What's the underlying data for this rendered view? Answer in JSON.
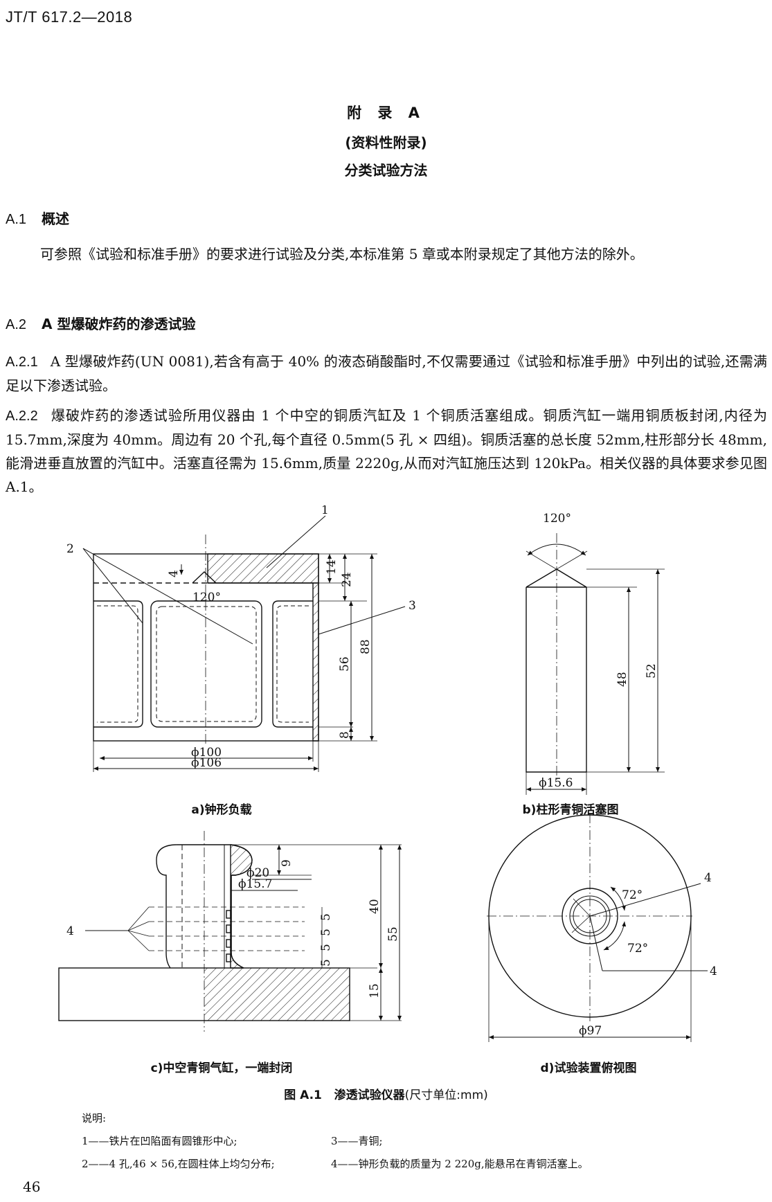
{
  "header": {
    "code": "JT/T 617.2—2018"
  },
  "annex": {
    "title": "附 录 A",
    "subtitle": "(资料性附录)",
    "name": "分类试验方法"
  },
  "sections": {
    "a1": {
      "num": "A.1",
      "title": "概述",
      "text": "可参照《试验和标准手册》的要求进行试验及分类,本标准第 5 章或本附录规定了其他方法的除外。"
    },
    "a2": {
      "num": "A.2",
      "title": "A 型爆破炸药的渗透试验"
    },
    "a21": {
      "num": "A.2.1",
      "text": "A 型爆破炸药(UN 0081),若含有高于 40% 的液态硝酸酯时,不仅需要通过《试验和标准手册》中列出的试验,还需满足以下渗透试验。"
    },
    "a22": {
      "num": "A.2.2",
      "text": "爆破炸药的渗透试验所用仪器由 1 个中空的铜质汽缸及 1 个铜质活塞组成。铜质汽缸一端用铜质板封闭,内径为 15.7mm,深度为 40mm。周边有 20 个孔,每个直径 0.5mm(5 孔 × 四组)。铜质活塞的总长度 52mm,柱形部分长 48mm,能滑进垂直放置的汽缸中。活塞直径需为 15.6mm,质量 2220g,从而对汽缸施压达到 120kPa。相关仪器的具体要求参见图 A.1。"
    }
  },
  "figure": {
    "a": {
      "caption": "a)钟形负载",
      "labels": {
        "l1": "1",
        "l2": "2",
        "l3": "3",
        "angle": "120°",
        "d4": "4",
        "d14": "14",
        "d24": "24",
        "d56": "56",
        "d88": "88",
        "d8": "8",
        "phi100": "ϕ100",
        "phi106": "ϕ106"
      }
    },
    "b": {
      "caption": "b)柱形青铜活塞图",
      "labels": {
        "angle": "120°",
        "d48": "48",
        "d52": "52",
        "phi": "ϕ15.6"
      }
    },
    "c": {
      "caption": "c)中空青铜气缸，一端封闭",
      "labels": {
        "l4": "4",
        "d9": "9",
        "phi20": "ϕ20",
        "phi157": "ϕ15.7",
        "d40": "40",
        "d55": "55",
        "d5a": "5",
        "d5b": "5",
        "d5c": "5",
        "d5d": "5",
        "d15": "15"
      }
    },
    "d": {
      "caption": "d)试验装置俯视图",
      "labels": {
        "l4a": "4",
        "l4b": "4",
        "a72a": "72°",
        "a72b": "72°",
        "phi97": "ϕ97"
      }
    },
    "caption_num": "图 A.1",
    "caption_title": "渗透试验仪器",
    "caption_unit": "(尺寸单位:mm)"
  },
  "notes": {
    "title": "说明:",
    "n1": "1——铁片在凹陷面有圆锥形中心;",
    "n3": "3——青铜;",
    "n2": "2——4 孔,46 × 56,在圆柱体上均匀分布;",
    "n4": "4——钟形负载的质量为 2 220g,能悬吊在青铜活塞上。"
  },
  "page": {
    "number": "46"
  }
}
